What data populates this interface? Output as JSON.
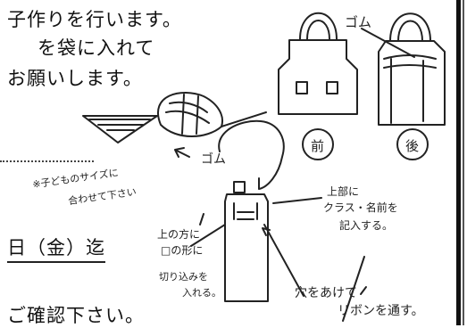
{
  "printed_text": {
    "line1": "子作りを行います。",
    "line2": "を袋に入れて",
    "line3": "お願いします。",
    "date_fragment": "日（金）迄",
    "line_bottom": "ご確認下さい。"
  },
  "handwriting": {
    "rubber_top": "ゴム",
    "front_label": "前",
    "back_label": "後",
    "rubber_middle": "ゴム",
    "child_size_1": "※子どものサイズに",
    "child_size_2": "合わせて下さい",
    "upper_1": "上部に",
    "upper_2": "クラス・名前を",
    "upper_3": "記入する。",
    "cut_1": "上の方に",
    "cut_2": "□の形に",
    "cut_3": "切り込みを",
    "cut_4": "入れる。",
    "ribbon_1": "穴をあけて",
    "ribbon_2": "リボンを通す。"
  }
}
